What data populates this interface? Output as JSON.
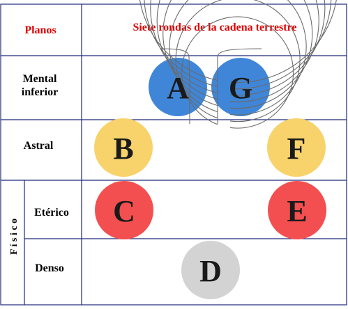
{
  "header": {
    "planes_label": "Planos",
    "title": "Siete rondas de la cadena terrestre"
  },
  "rows": [
    {
      "label_line1": "Mental",
      "label_line2": "inferior"
    },
    {
      "label_line1": "Astral"
    },
    {
      "label_line1": "Etérico"
    },
    {
      "label_line1": "Denso"
    }
  ],
  "physical_group_label": "F í s i c o",
  "rounds": [
    {
      "letter": "A",
      "color": "#3f86d8"
    },
    {
      "letter": "G",
      "color": "#3f86d8"
    },
    {
      "letter": "B",
      "color": "#f8d36c"
    },
    {
      "letter": "F",
      "color": "#f8d36c"
    },
    {
      "letter": "C",
      "color": "#f34f50"
    },
    {
      "letter": "E",
      "color": "#f34f50"
    },
    {
      "letter": "D",
      "color": "#d3d3d3"
    }
  ],
  "colors": {
    "title_red": "#e00000",
    "grid_blue": "#1f2a7a",
    "spiral_gray": "#6a6a6a"
  }
}
